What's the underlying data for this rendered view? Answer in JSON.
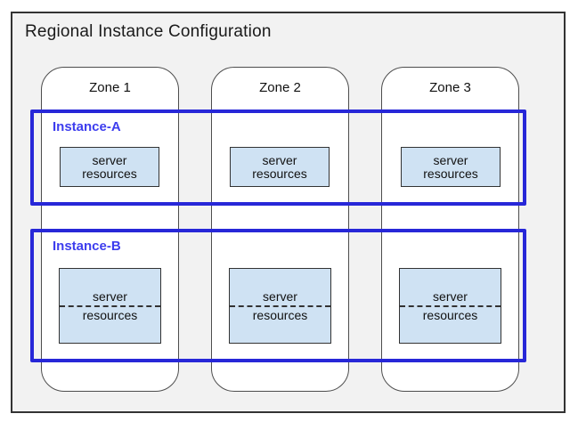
{
  "diagram": {
    "title": "Regional Instance Configuration",
    "zones": [
      {
        "label": "Zone 1"
      },
      {
        "label": "Zone 2"
      },
      {
        "label": "Zone 3"
      }
    ],
    "instances": [
      {
        "label": "Instance-A"
      },
      {
        "label": "Instance-B"
      }
    ],
    "server_box": {
      "line1": "server",
      "line2": "resources"
    },
    "colors": {
      "region_background": "#f2f2f2",
      "region_border": "#333333",
      "zone_fill": "#ffffff",
      "zone_border": "#4d4d4d",
      "instance_border": "#2727d8",
      "instance_label_text": "#3d3dee",
      "server_box_fill": "#cfe2f3",
      "server_box_border": "#333333"
    }
  }
}
